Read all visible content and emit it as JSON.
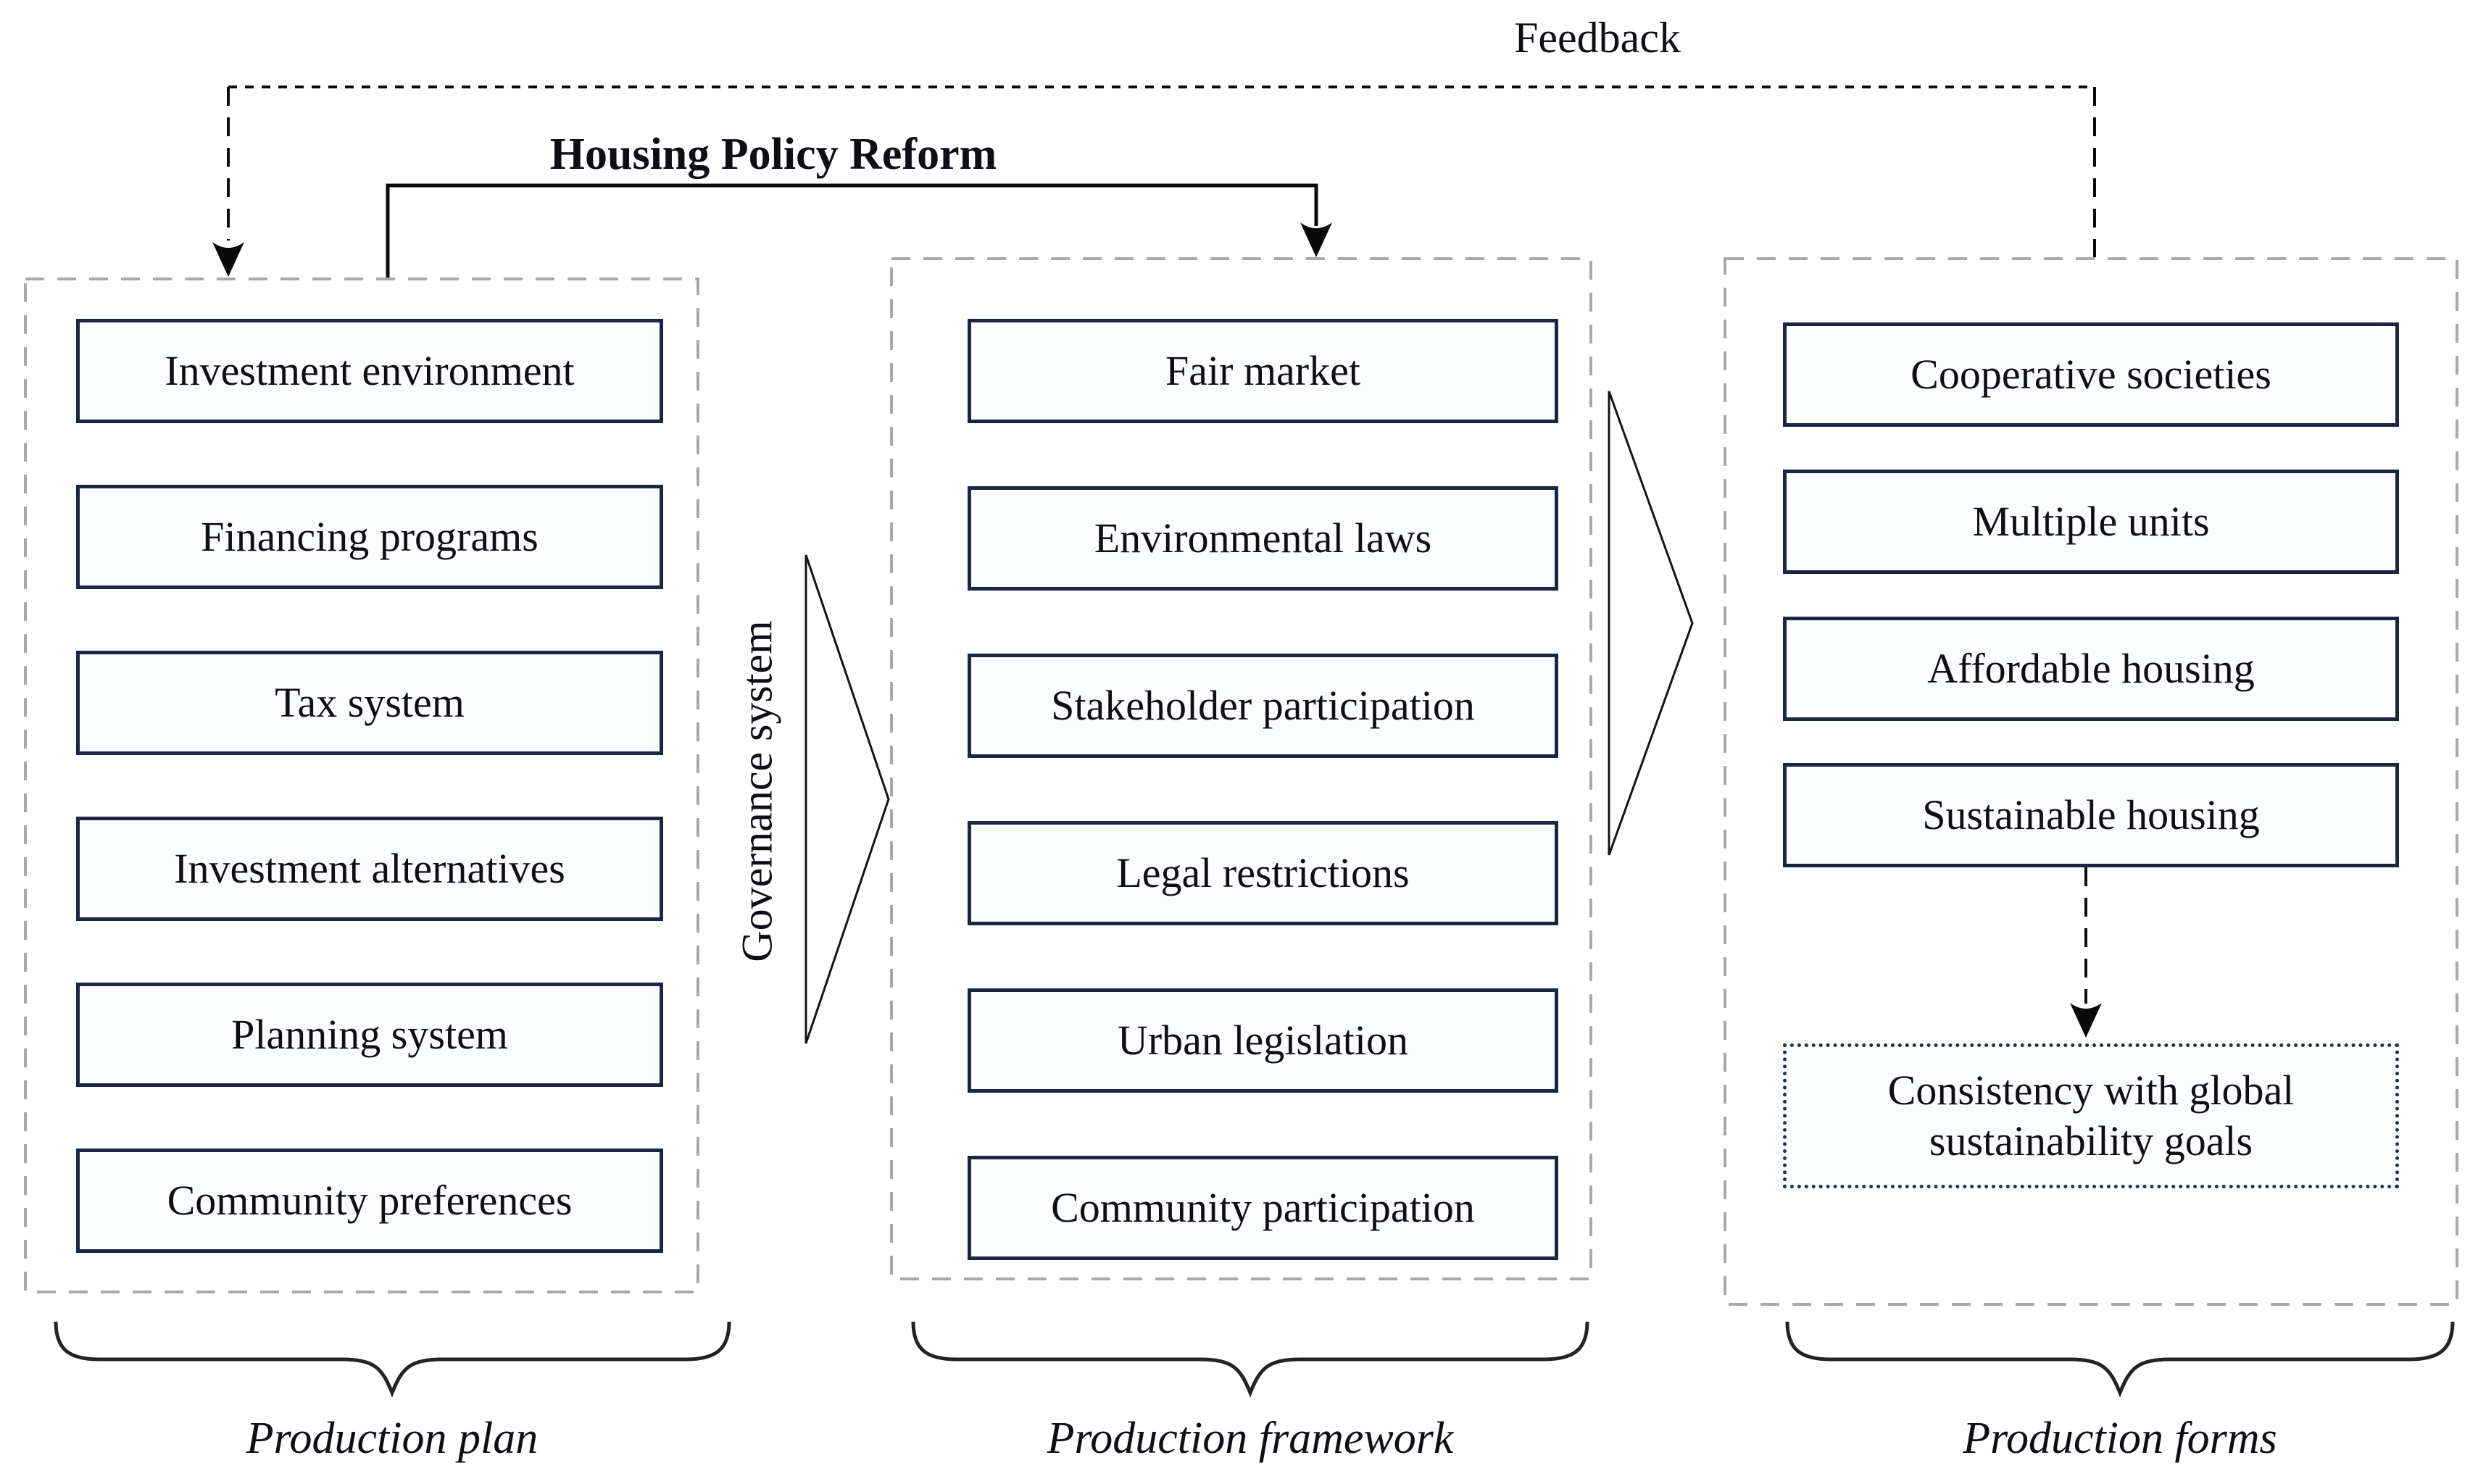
{
  "colors": {
    "box_border": "#1a2742",
    "box_fill": "#fbfdff",
    "column_dash": "#a8a8a8",
    "line": "#0a0a0a",
    "text": "#0e0e14",
    "dotted_border": "#1f3050"
  },
  "feedback": {
    "label": "Feedback"
  },
  "reform": {
    "label": "Housing Policy Reform"
  },
  "governance": {
    "label": "Governance system"
  },
  "columns": [
    {
      "caption": "Production plan",
      "boxes": [
        "Investment environment",
        "Financing programs",
        "Tax system",
        "Investment alternatives",
        "Planning system",
        "Community preferences"
      ]
    },
    {
      "caption": "Production framework",
      "boxes": [
        "Fair market",
        "Environmental laws",
        "Stakeholder participation",
        "Legal restrictions",
        "Urban legislation",
        "Community participation"
      ]
    },
    {
      "caption": "Production forms",
      "boxes": [
        "Cooperative societies",
        "Multiple units",
        "Affordable housing",
        "Sustainable housing"
      ],
      "dotted_box": "Consistency with global sustainability goals"
    }
  ]
}
